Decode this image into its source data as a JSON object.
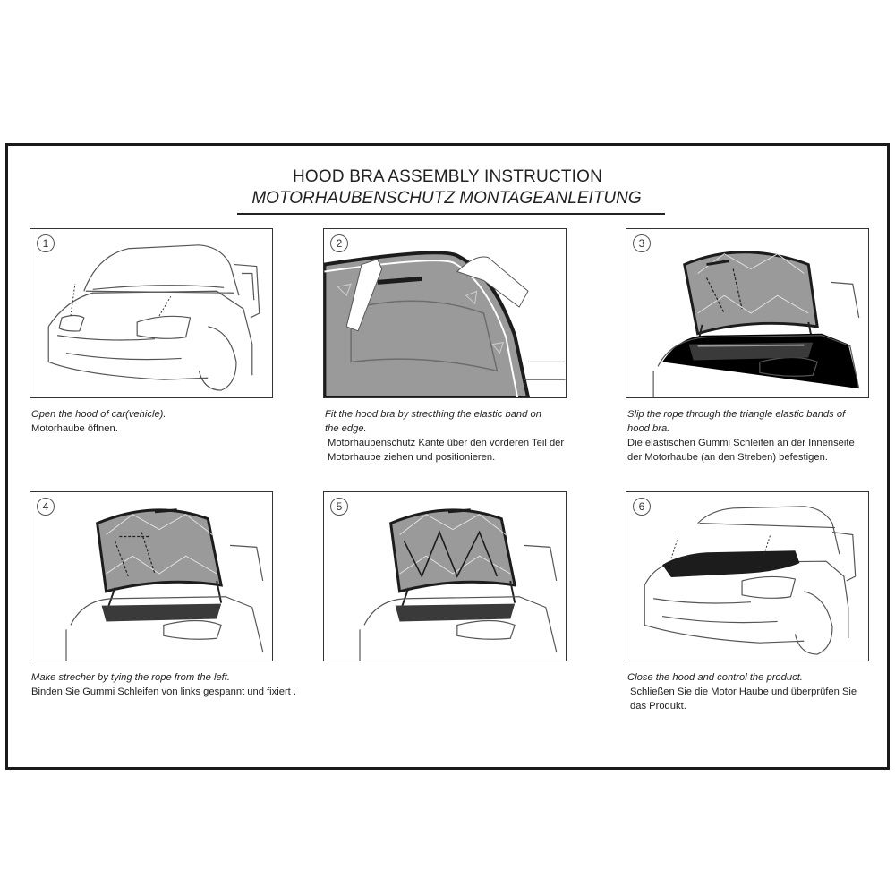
{
  "header": {
    "title": "HOOD BRA ASSEMBLY INSTRUCTION",
    "subtitle": "MOTORHAUBENSCHUTZ MONTAGEANLEITUNG"
  },
  "steps": [
    {
      "number": "1",
      "en": "Open the hood of car(vehicle).",
      "de": "Motorhaube öffnen."
    },
    {
      "number": "2",
      "en_1": "Fit the hood bra by strecthing the elastic band on",
      "en_2": "the edge.",
      "de_1": "Motorhaubenschutz Kante über den vorderen Teil der",
      "de_2": "Motorhaube ziehen und positionieren."
    },
    {
      "number": "3",
      "en_1": "Slip the rope through the triangle elastic bands of",
      "en_2": "hood bra.",
      "de_1": "Die elastischen Gummi Schleifen an der Innenseite",
      "de_2": "der Motorhaube (an den Streben) befestigen."
    },
    {
      "number": "4",
      "en": "Make strecher by tying the rope from the left.",
      "de": "Binden Sie Gummi Schleifen von links  gespannt und fixiert ."
    },
    {
      "number": "5"
    },
    {
      "number": "6",
      "en": "Close the hood and control the product.",
      "de_1": "Schließen Sie die Motor Haube und überprüfen Sie",
      "de_2": "das Produkt."
    }
  ],
  "colors": {
    "border": "#1a1a1a",
    "bra_grey": "#9a9a9a",
    "bra_black": "#1c1c1c",
    "text": "#222222"
  }
}
